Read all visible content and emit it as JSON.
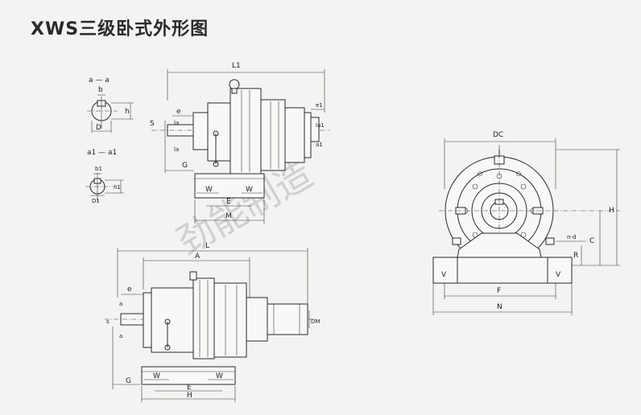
{
  "title": "XWS三级卧式外形图",
  "watermark": "劲能制造",
  "labels": {
    "section_a": "a — a",
    "section_a1": "a1 — a1",
    "b": "b",
    "h": "h",
    "D": "D",
    "b1": "b1",
    "h1": "h1",
    "D1": "D1",
    "L1": "L1",
    "S": "S",
    "e": "e",
    "la": "la",
    "G": "G",
    "e1": "e1",
    "la1": "la1",
    "a1": "a1",
    "W": "W",
    "E": "E",
    "M": "M",
    "DC": "DC",
    "H": "H",
    "n_d": "n-d",
    "C": "C",
    "R": "R",
    "V": "V",
    "F": "F",
    "N": "N",
    "L": "L",
    "A": "A",
    "s": "s",
    "a": "a",
    "DM": "DM"
  }
}
